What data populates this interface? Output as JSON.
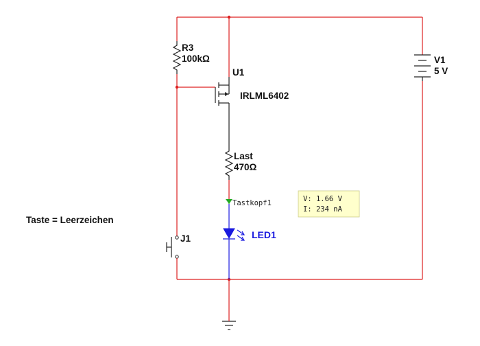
{
  "caption": "Taste = Leerzeichen",
  "components": {
    "r3": {
      "name": "R3",
      "value": "100kΩ"
    },
    "u1": {
      "name": "U1",
      "part": "IRLML6402"
    },
    "last": {
      "name": "Last",
      "value": "470Ω"
    },
    "v1": {
      "name": "V1",
      "value": "5 V"
    },
    "j1": {
      "name": "J1"
    },
    "led1": {
      "name": "LED1"
    }
  },
  "probe": {
    "name": "Tastkopf1",
    "voltage": "V: 1.66 V",
    "current": "I: 234 nA"
  },
  "colors": {
    "wire_red": "#dd2020",
    "wire_black": "#222222",
    "led_blue": "#1a1adf",
    "probe_green": "#22aa22",
    "probe_box_bg": "#ffffcc"
  }
}
